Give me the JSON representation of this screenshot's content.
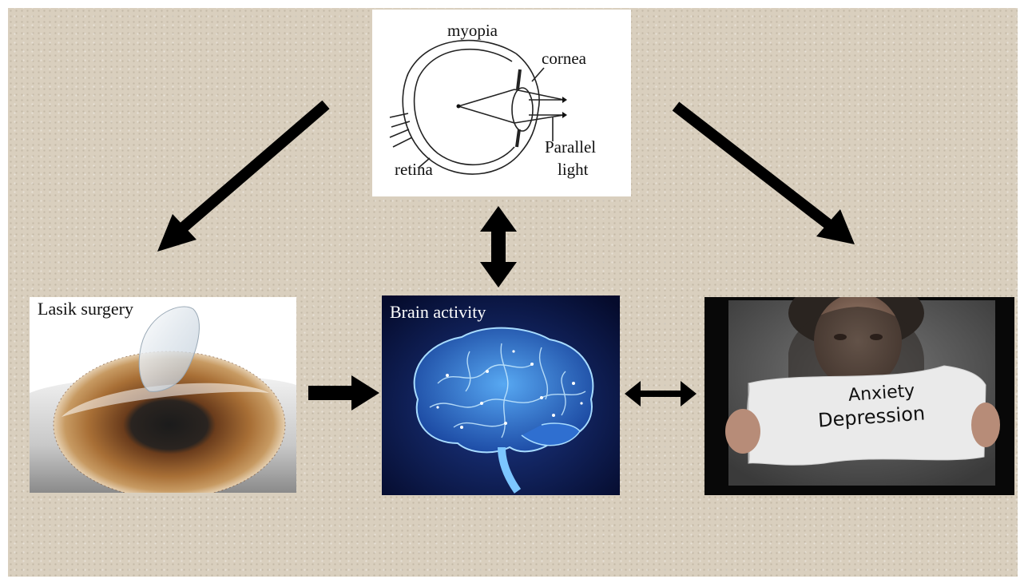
{
  "myopia_panel": {
    "title": "myopia",
    "cornea_label": "cornea",
    "retina_label": "retina",
    "parallel_label_line1": "Parallel",
    "parallel_label_line2": "light"
  },
  "lasik_panel": {
    "label": "Lasik surgery"
  },
  "brain_panel": {
    "label": "Brain activity"
  },
  "anxiety_panel": {
    "sign_line1": "Anxiety",
    "sign_line2": "Depression"
  },
  "colors": {
    "background": "#d9cfbe",
    "arrow": "#000000",
    "brain_bg": "#0a1540",
    "brain_glow": "#4aa8ff",
    "iris": "#8a5a2e"
  }
}
